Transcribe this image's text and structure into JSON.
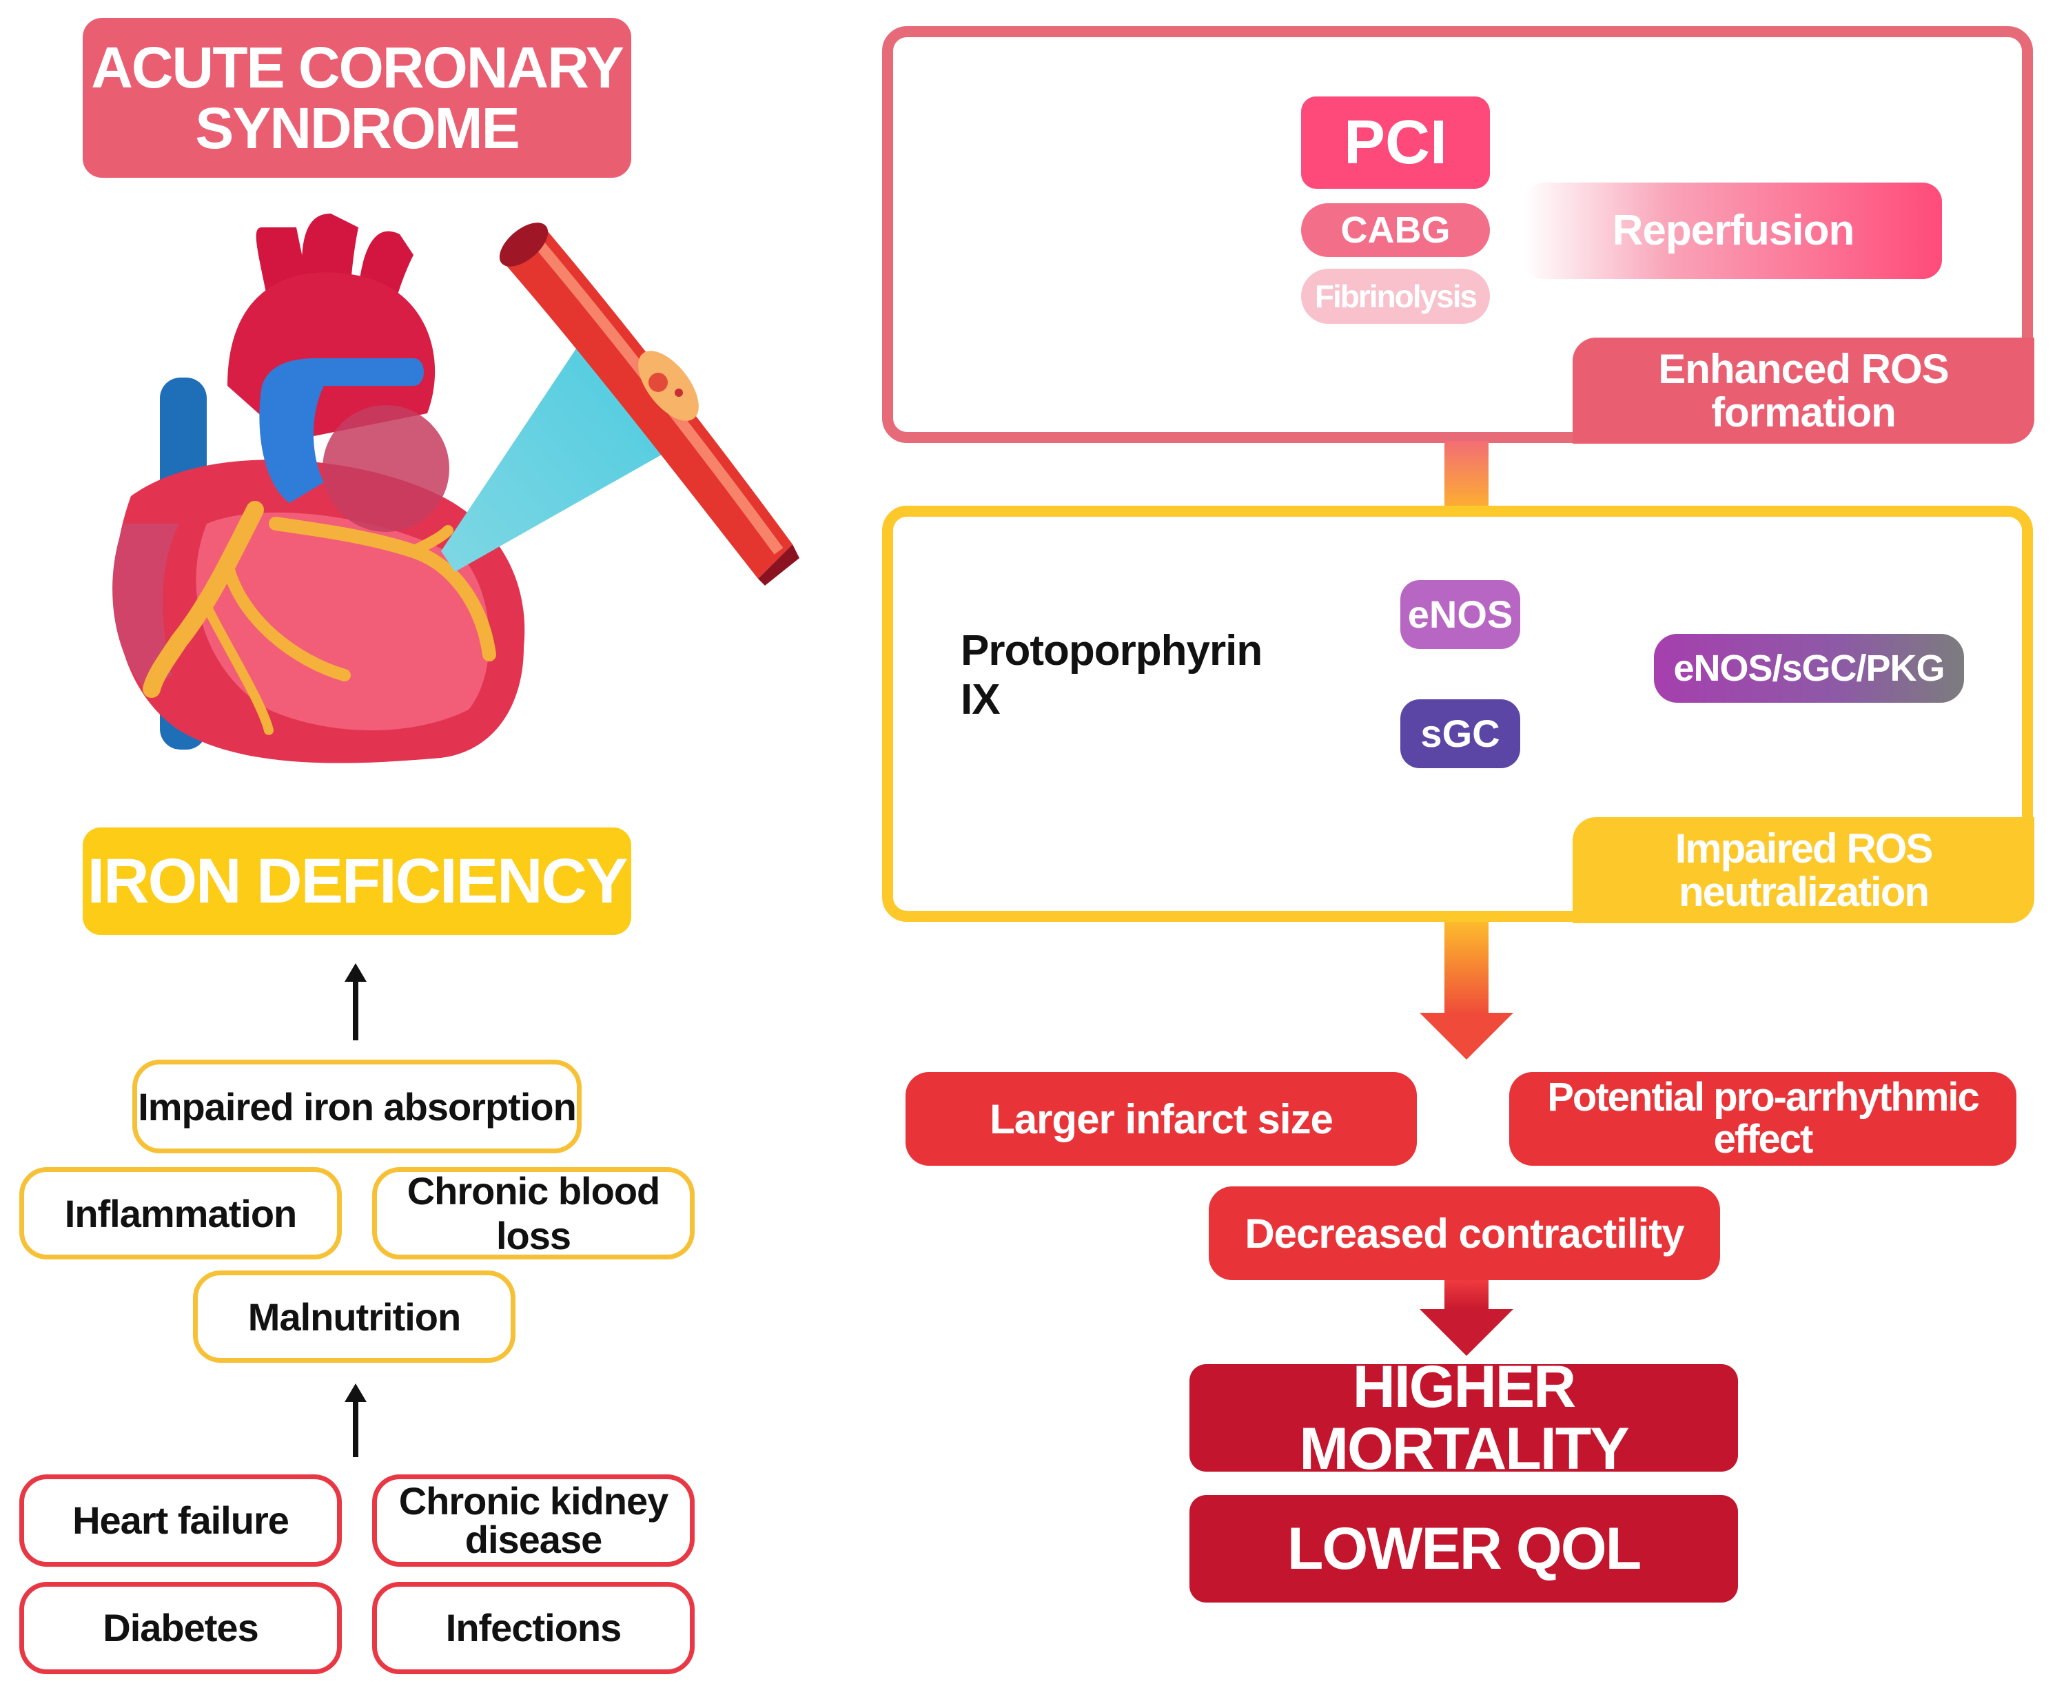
{
  "left": {
    "title": [
      "ACUTE CORONARY",
      "SYNDROME"
    ],
    "iron_title": "IRON DEFICIENCY",
    "mechanisms": [
      "Impaired iron absorption",
      "Inflammation",
      "Chronic blood loss",
      "Malnutrition"
    ],
    "conditions": [
      "Heart failure",
      "Chronic kidney disease",
      "Diabetes",
      "Infections"
    ]
  },
  "top_panel": {
    "pci": "PCI",
    "cabg": "CABG",
    "fibrinolysis": "Fibrinolysis",
    "reperfusion": "Reperfusion",
    "ros_formation": "Enhanced ROS formation"
  },
  "mid_panel": {
    "protoporphyrin": "Protoporphyrin IX",
    "enos": "eNOS",
    "sgc": "sGC",
    "pathway": "eNOS/sGC/PKG",
    "ros_neutralization": "Impaired ROS neutralization"
  },
  "effects": {
    "infarct": "Larger infarct size",
    "arrhythmic": "Potential pro-arrhythmic effect",
    "contractility": "Decreased contractility"
  },
  "outcomes": {
    "mortality": "HIGHER MORTALITY",
    "qol": "LOWER QOL"
  },
  "colors": {
    "acs_pink": "#ea5e72",
    "iron_yellow": "#fccc17",
    "effect_red": "#e83339",
    "outcome_crimson": "#c3152d"
  }
}
